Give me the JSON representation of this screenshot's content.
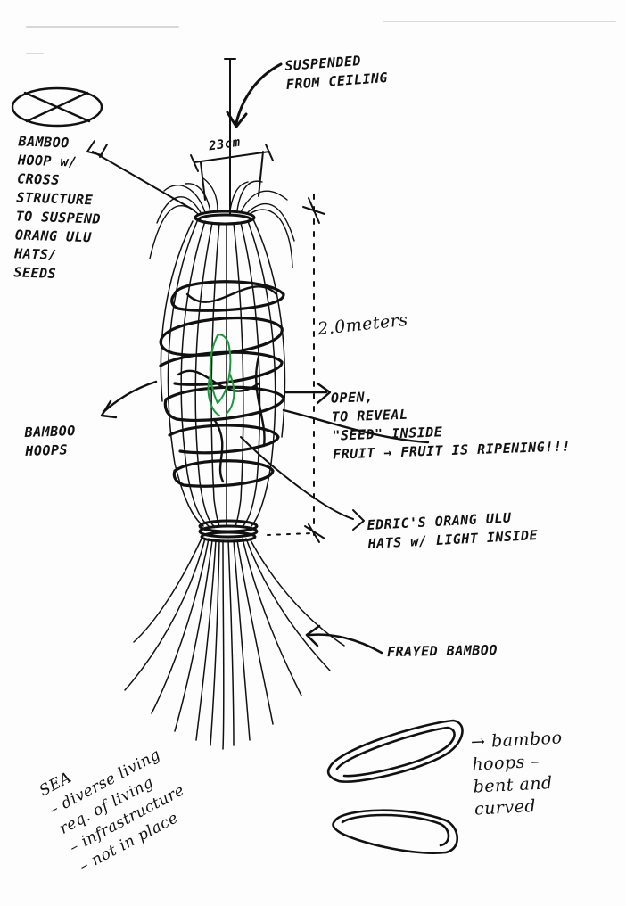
{
  "colors": {
    "ink": "#111111",
    "green_ink": "#1a9a3a",
    "paper": "#fdfdfd"
  },
  "labels": {
    "suspended": "SUSPENDED\nFROM CEILING",
    "width_dim": "23cm",
    "height_dim": "2.0meters",
    "hoop_cross": "BAMBOO\nHOOP w/\nCROSS\nSTRUCTURE\nTO SUSPEND\nORANG ULU\nHATS/\nSEEDS",
    "bamboo_hoops": "BAMBOO\nHOOPS",
    "open_reveal": "OPEN,\nTO REVEAL\n\"SEED\" INSIDE\nFRUIT → FRUIT IS RIPENING!!!",
    "hats_light": "EDRIC'S ORANG ULU\nHATS w/ LIGHT INSIDE",
    "frayed": "FRAYED BAMBOO",
    "hoops_bent": "→ bamboo\nhoops –\nbent and\ncurved",
    "sea_notes": "SEA\n– diverse living\nreq. of living\n– infrastructure\n– not in place"
  }
}
